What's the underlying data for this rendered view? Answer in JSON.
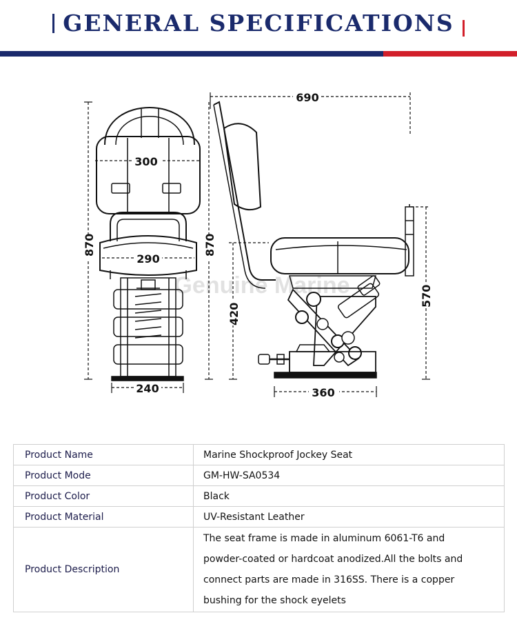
{
  "header": {
    "title": "GENERAL SPECIFICATIONS",
    "colors": {
      "navy": "#1a2a6c",
      "red": "#d21f2a"
    }
  },
  "drawing": {
    "watermark": "Genuine Marine",
    "dimensions": {
      "front_height": "870",
      "front_top_width": "300",
      "front_seat_width": "290",
      "front_base_width": "240",
      "side_total_width": "690",
      "side_height": "870",
      "side_seat_height": "420",
      "side_armrest_height": "570",
      "side_base_width": "360"
    }
  },
  "specs": {
    "rows": [
      {
        "label": "Product Name",
        "value": "Marine Shockproof Jockey Seat"
      },
      {
        "label": "Product Mode",
        "value": "GM-HW-SA0534"
      },
      {
        "label": "Product Color",
        "value": "Black"
      },
      {
        "label": "Product Material",
        "value": "UV-Resistant Leather"
      }
    ],
    "description": {
      "label": "Product Description",
      "lines": [
        "The seat frame is made in aluminum 6061-T6 and",
        "powder-coated or hardcoat anodized.All the bolts and",
        "connect parts are made in 316SS. There is a copper",
        "bushing for the shock eyelets"
      ]
    }
  }
}
